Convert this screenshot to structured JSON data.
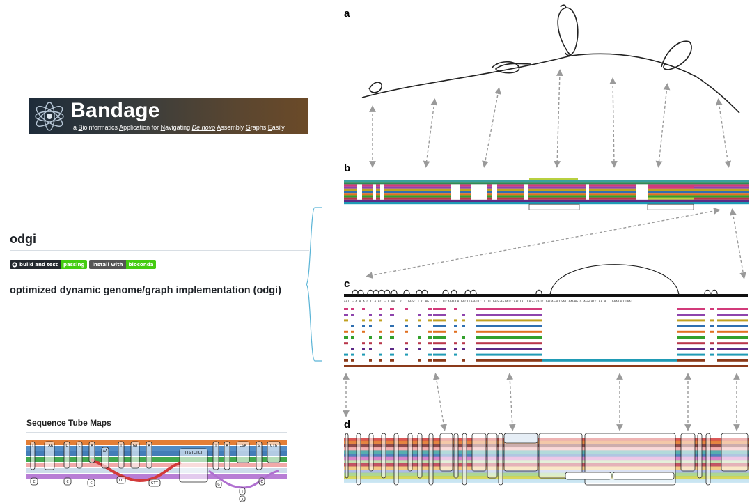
{
  "bandage": {
    "title": "Bandage",
    "subtitle_prefix": "a ",
    "words": [
      {
        "u": "B",
        "rest": "ioinformatics "
      },
      {
        "u": "A",
        "rest": "pplication for "
      },
      {
        "u": "N",
        "rest": "avigating "
      },
      {
        "u": "De novo",
        "rest": " ",
        "italic": true
      },
      {
        "u": "A",
        "rest": "ssembly "
      },
      {
        "u": "G",
        "rest": "raphs "
      },
      {
        "u": "E",
        "rest": "asily"
      }
    ]
  },
  "odgi": {
    "name": "odgi",
    "badges": [
      {
        "left": "build and test",
        "right": "passing",
        "color": "#44cc11"
      },
      {
        "left": "install with",
        "right": "bioconda",
        "color": "#44cc11"
      }
    ],
    "title": "optimized dynamic genome/graph implementation (odgi)"
  },
  "tubemaps": {
    "title": "Sequence Tube Maps",
    "node_labels": [
      "T",
      "TAA",
      "C",
      "C",
      "A",
      "AA",
      "T",
      "GA",
      "A",
      "TTGTCTCT",
      "T",
      "A",
      "CGA",
      "G",
      "GTG",
      "C",
      "C",
      "C",
      "CC",
      "GTT",
      "G",
      "C",
      "T",
      "A"
    ]
  },
  "panels": {
    "a": "a",
    "b": "b",
    "c": "c",
    "d": "d",
    "c_sequence": "AAT G A A A G C A AC G T AA T C CTGGGC T C AG T G TTTTCAGAGCATGCCTTAAGTTC T TT GAGGAGTATCCAAGTATTCAGG GGTCTGAGAGACCGATCAAGAG G AGGCACC AA A T GAATACCTAAT"
  },
  "colors": {
    "path_colors": [
      "#3aa0a0",
      "#2e8b57",
      "#d23a7a",
      "#8e44ad",
      "#c0a020",
      "#2f6fb0",
      "#e07020",
      "#33a02c",
      "#b8364a",
      "#5b2a86",
      "#1f9bb5",
      "#8b3a1a"
    ],
    "bracket": "#5ab4d6",
    "arrow": "#9a9a9a"
  }
}
